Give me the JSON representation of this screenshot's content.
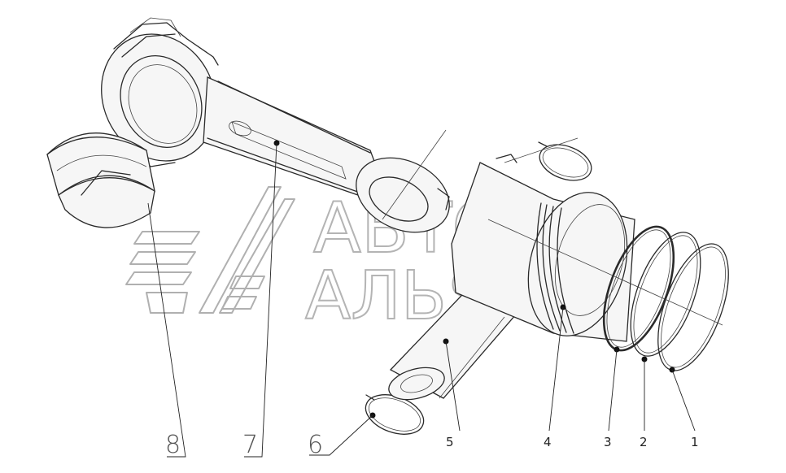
{
  "watermark": {
    "line1": "АВТО",
    "line2": "АЛЬЯНС"
  },
  "callouts": [
    {
      "id": "1",
      "size": "small"
    },
    {
      "id": "2",
      "size": "small"
    },
    {
      "id": "3",
      "size": "small"
    },
    {
      "id": "4",
      "size": "small"
    },
    {
      "id": "5",
      "size": "small"
    },
    {
      "id": "6",
      "size": "big"
    },
    {
      "id": "7",
      "size": "big"
    },
    {
      "id": "8",
      "size": "big"
    }
  ]
}
